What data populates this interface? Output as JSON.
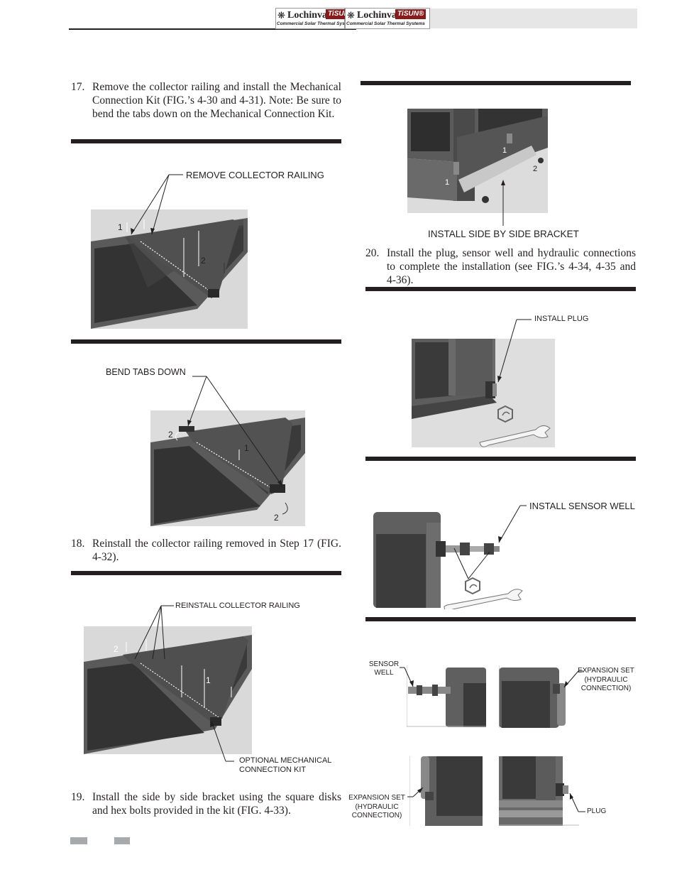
{
  "header": {
    "brand_name": "Lochinvar",
    "brand_tisun": "TiSUN",
    "brand_tisun_reg": "TiSUN®",
    "tagline_cut": "Commercial Solar Thermal Syst",
    "tagline": "Commercial Solar Thermal Systems"
  },
  "steps": [
    {
      "num": "17.",
      "text": "Remove the collector railing and install the Mechanical Connection Kit (FIG.’s 4-30 and 4-31). Note: Be sure to bend the tabs down on the Mechanical Connection Kit."
    },
    {
      "num": "18.",
      "text": "Reinstall the collector railing removed in Step 17 (FIG. 4-32)."
    },
    {
      "num": "19.",
      "text": "Install the side by side bracket using the square disks and hex bolts provided in the kit (FIG. 4-33)."
    },
    {
      "num": "20.",
      "text": "Install the plug, sensor well and hydraulic connections to complete the installation (see FIG.’s 4-34, 4-35 and 4-36)."
    }
  ],
  "figures": {
    "fig30": {
      "callout": "REMOVE COLLECTOR RAILING",
      "n1": "1",
      "n2": "2"
    },
    "fig31": {
      "callout": "BEND TABS DOWN",
      "n1": "1",
      "n2": "2",
      "n2b": "2"
    },
    "fig32": {
      "callout": "REINSTALL COLLECTOR RAILING",
      "callout2": "OPTIONAL MECHANICAL CONNECTION KIT",
      "n1": "1",
      "n2": "2"
    },
    "fig33": {
      "callout": "INSTALL SIDE BY SIDE BRACKET",
      "n1": "1",
      "n1b": "1",
      "n2": "2"
    },
    "fig34": {
      "callout": "INSTALL PLUG"
    },
    "fig35": {
      "callout": "INSTALL SENSOR WELL"
    },
    "fig36": {
      "sensor_well": "SENSOR WELL",
      "expansion_set_1": "EXPANSION SET (HYDRAULIC CONNECTION)",
      "expansion_set_2": "EXPANSION SET (HYDRAULIC CONNECTION)",
      "plug": "PLUG"
    }
  },
  "colors": {
    "rule": "#231f20",
    "header_band": "#e6e6e6",
    "photo_bg": "#d9d9d9",
    "collector": "#4a4a4a",
    "frame": "#6d6d6d"
  }
}
